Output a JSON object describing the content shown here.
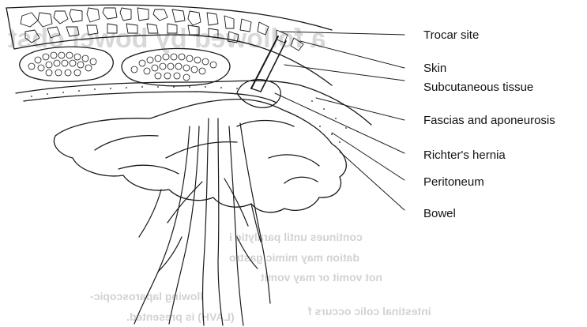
{
  "diagram": {
    "labels": [
      {
        "id": "trocar-site",
        "text": "Trocar site"
      },
      {
        "id": "skin",
        "text": "Skin"
      },
      {
        "id": "subcutaneous-tissue",
        "text": "Subcutaneous tissue"
      },
      {
        "id": "fascias-aponeurosis",
        "text": "Fascias and aponeurosis"
      },
      {
        "id": "richters-hernia",
        "text": "Richter's hernia"
      },
      {
        "id": "peritoneum",
        "text": "Peritoneum"
      },
      {
        "id": "bowel",
        "text": "Bowel"
      }
    ]
  },
  "bleed_through": {
    "heading": "a followed by bowel obst",
    "lines": [
      "continues until paralytic i",
      "dation may mimic gastro",
      "not vomit or may vomit",
      "intestinal colic occurs f",
      "llowing laparoscopic-",
      "(LAVH) is presented."
    ]
  },
  "colors": {
    "ink": "#1a1a1a",
    "bleed": "#d2d2d2",
    "background": "#ffffff"
  }
}
